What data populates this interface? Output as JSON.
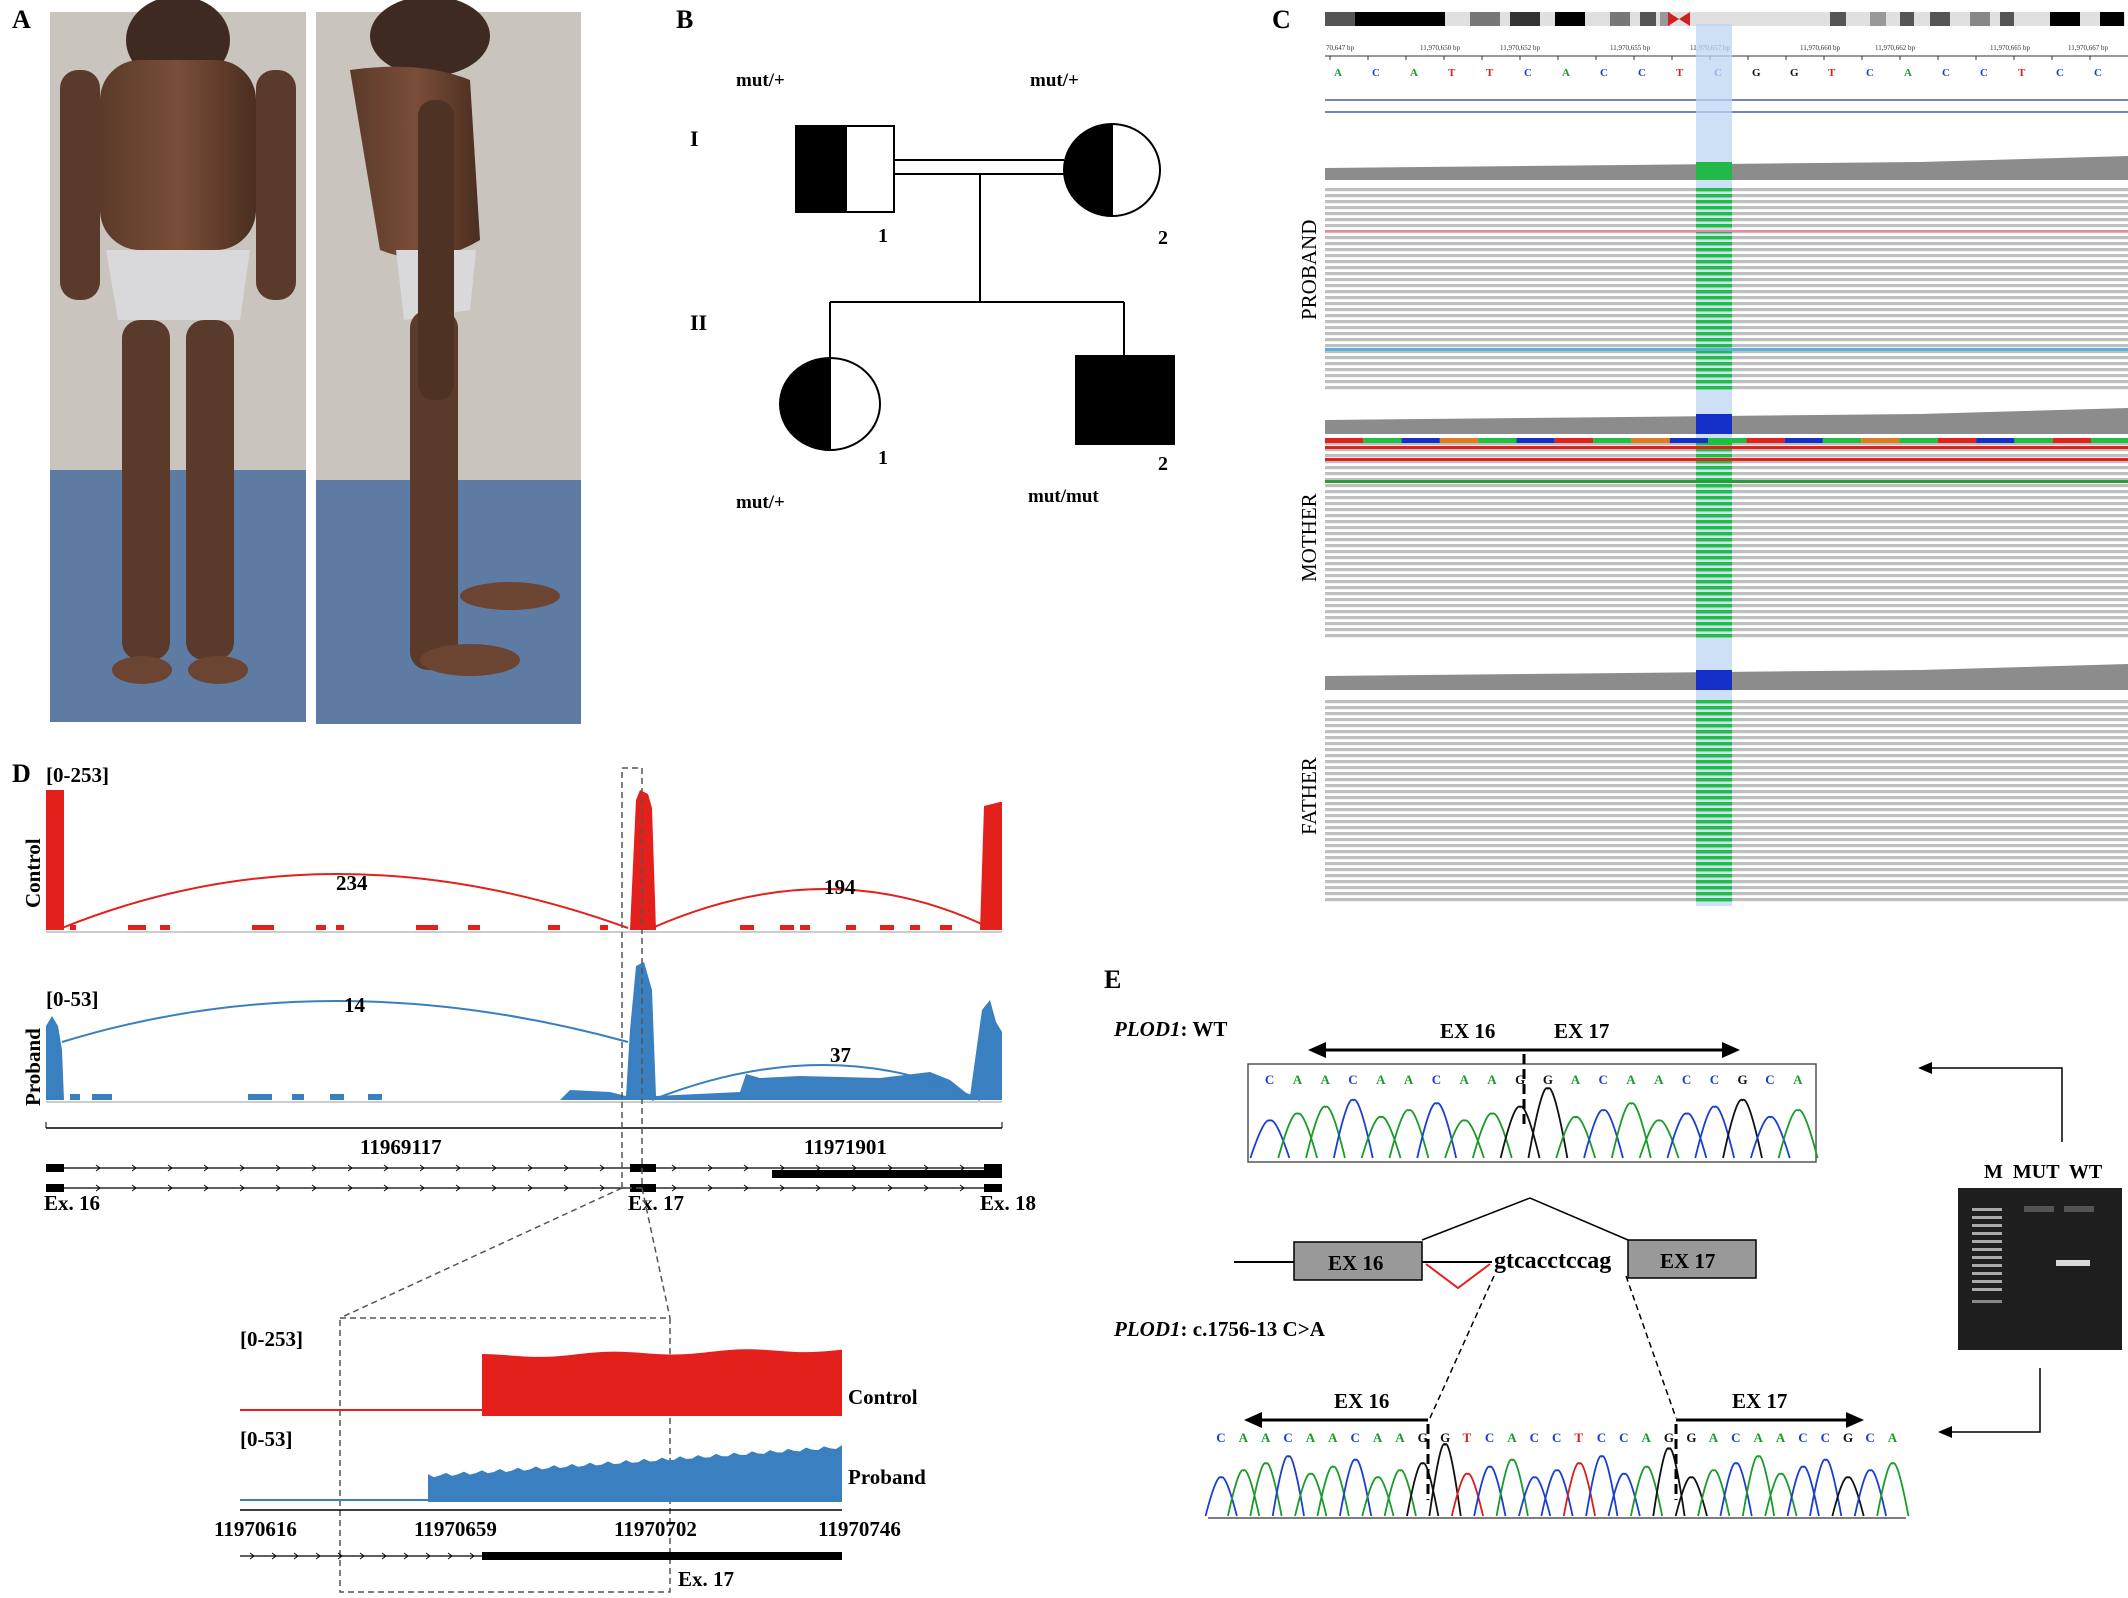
{
  "panels": {
    "a": "A",
    "b": "B",
    "c": "C",
    "d": "D",
    "e": "E"
  },
  "pedigree": {
    "gen_i": "I",
    "gen_ii": "II",
    "father_num": "1",
    "mother_num": "2",
    "daughter_num": "1",
    "son_num": "2",
    "father_geno": "mut/+",
    "mother_geno": "mut/+",
    "daughter_geno": "mut/+",
    "son_geno": "mut/mut"
  },
  "igv": {
    "ruler": [
      "70,647 bp",
      "11,970,650 bp",
      "11,970,652 bp",
      "11,970,655 bp",
      "11,970,657 bp",
      "11,970,660 bp",
      "11,970,662 bp",
      "11,970,665 bp",
      "11,970,667 bp"
    ],
    "sequence": [
      "A",
      "C",
      "A",
      "T",
      "T",
      "C",
      "A",
      "C",
      "C",
      "T",
      "C",
      "G",
      "G",
      "T",
      "C",
      "A",
      "C",
      "C",
      "T",
      "C",
      "C"
    ],
    "tracks": [
      "PROBAND",
      "MOTHER",
      "FATHER"
    ]
  },
  "sashimi": {
    "control_range": "[0-253]",
    "proband_range": "[0-53]",
    "control_label": "Control",
    "proband_label": "Proband",
    "junctions": {
      "control_left": "234",
      "control_right": "194",
      "proband_left": "14",
      "proband_right": "37"
    },
    "axis_ticks": [
      "11969117",
      "11971901"
    ],
    "exons": [
      "Ex. 16",
      "Ex. 17",
      "Ex. 18"
    ],
    "zoom": {
      "control_range": "[0-253]",
      "proband_range": "[0-53]",
      "control_label": "Control",
      "proband_label": "Proband",
      "ticks": [
        "11970616",
        "11970659",
        "11970702",
        "11970746"
      ],
      "exon": "Ex. 17"
    }
  },
  "panel_e": {
    "wt_gene": "PLOD1",
    "wt_suffix": ": WT",
    "mut_gene": "PLOD1",
    "mut_suffix": ": c.1756-13 C>A",
    "ex16": "EX 16",
    "ex17": "EX 17",
    "insert_seq": "gtcacctccag",
    "wt_bases": [
      "C",
      "A",
      "A",
      "C",
      "A",
      "A",
      "C",
      "A",
      "A",
      "G",
      "G",
      "A",
      "C",
      "A",
      "A",
      "C",
      "C",
      "G",
      "C",
      "A"
    ],
    "mut_bases": [
      "C",
      "A",
      "A",
      "C",
      "A",
      "A",
      "C",
      "A",
      "A",
      "G",
      "G",
      "T",
      "C",
      "A",
      "C",
      "C",
      "T",
      "C",
      "C",
      "A",
      "G",
      "G",
      "A",
      "C",
      "A",
      "A",
      "C",
      "C",
      "G",
      "C",
      "A"
    ],
    "gel_header": "M  MUT  WT"
  },
  "colors": {
    "control": "#e3201b",
    "proband": "#3a7fbf",
    "insert_green": "#1fbf45",
    "insert_blue": "#1530c8"
  }
}
